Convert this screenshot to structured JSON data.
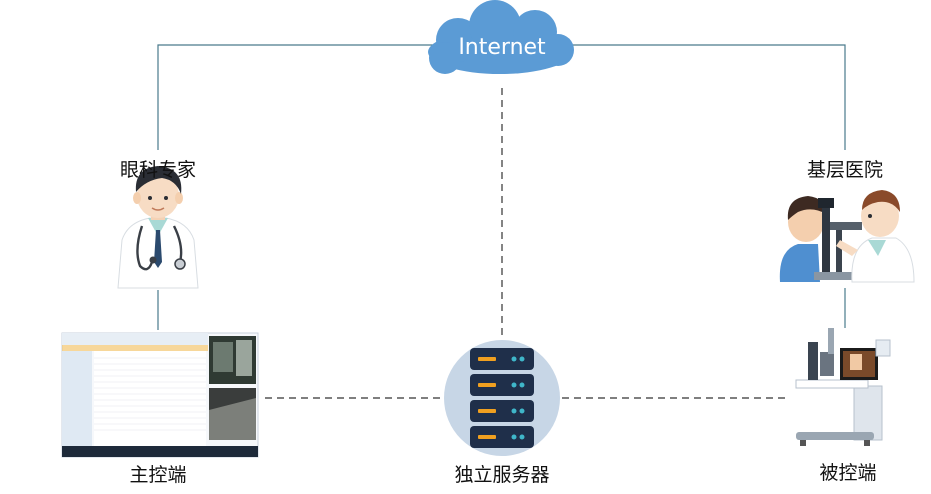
{
  "internet": {
    "label": "Internet"
  },
  "nodes": {
    "expert": {
      "label": "眼科专家"
    },
    "hospital": {
      "label": "基层医院"
    },
    "master": {
      "label": "主控端"
    },
    "server": {
      "label": "独立服务器"
    },
    "slave": {
      "label": "被控端"
    }
  },
  "colors": {
    "cloud": "#5b9bd5",
    "line": "#4a7a8c",
    "server_bg": "#c7d6e6",
    "server_body": "#1f2f4a",
    "server_led": "#f0a020"
  }
}
